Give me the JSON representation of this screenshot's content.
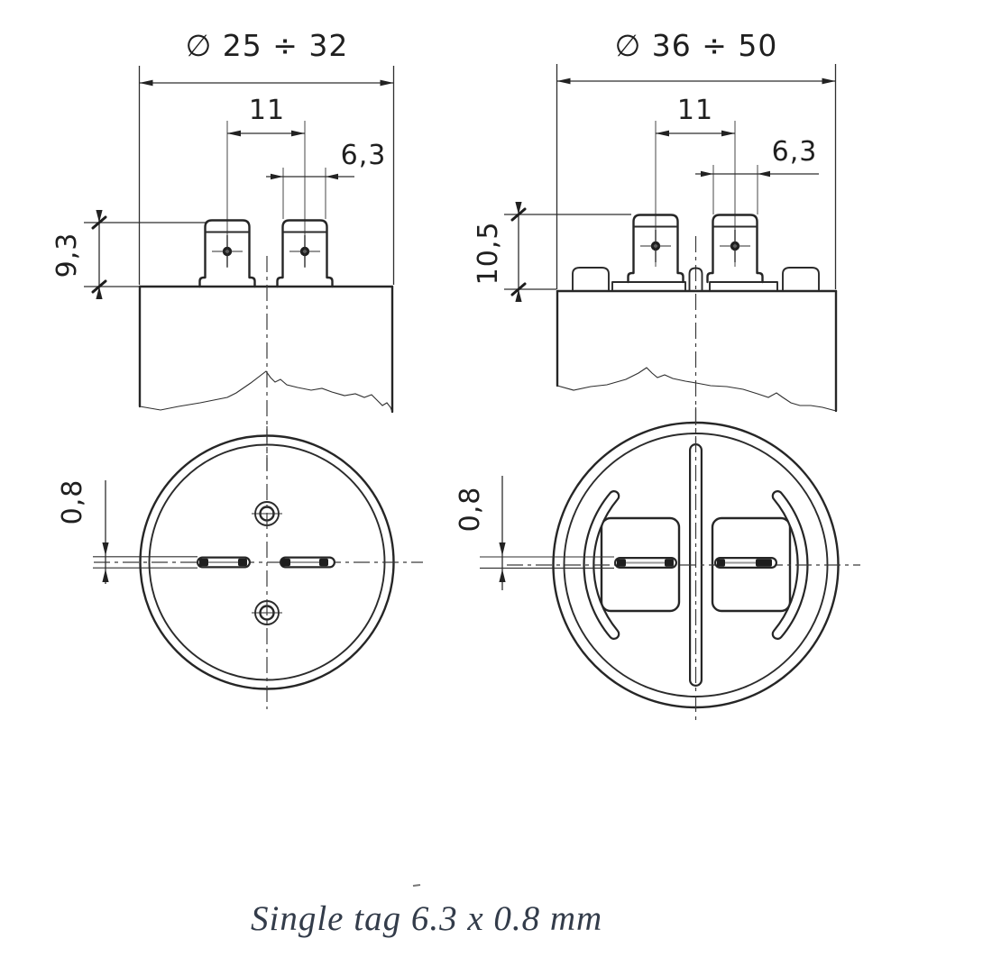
{
  "drawing": {
    "caption": "Single tag 6.3 x 0.8 mm",
    "left": {
      "diameter": "∅ 25 ÷ 32",
      "spacing": "11",
      "width": "6,3",
      "height": "9,3",
      "thickness": "0,8"
    },
    "right": {
      "diameter": "∅ 36 ÷ 50",
      "spacing": "11",
      "width": "6,3",
      "height": "10,5",
      "thickness": "0,8"
    },
    "colors": {
      "line": "#262626",
      "dim_line": "#2e2e2e",
      "gray_extension": "#8c8c8c",
      "caption": "#333c4a",
      "background": "#ffffff"
    }
  }
}
